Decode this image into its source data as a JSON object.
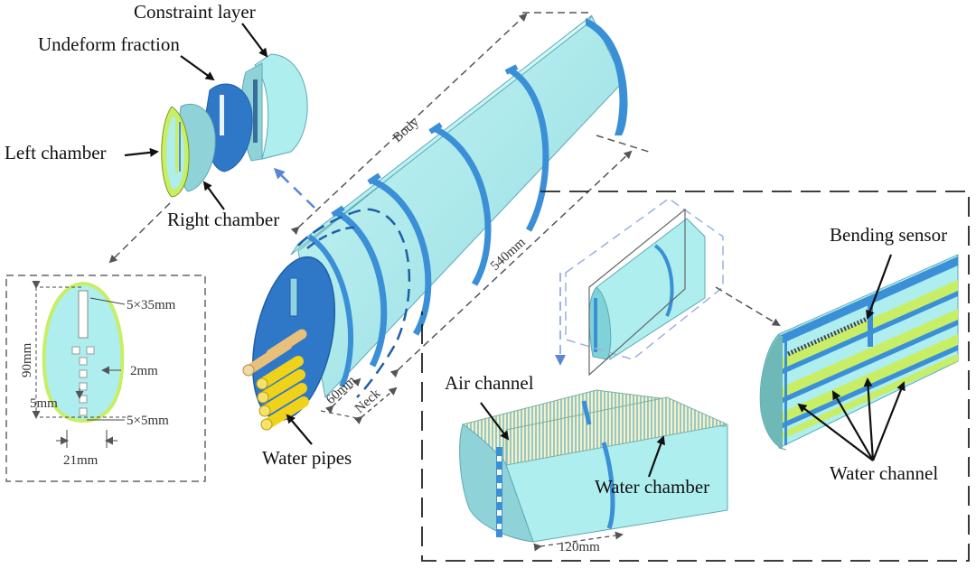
{
  "labels": {
    "constraint_layer": "Constraint layer",
    "undeform_fraction": "Undeform fraction",
    "left_chamber": "Left chamber",
    "right_chamber": "Right chamber",
    "water_pipes": "Water pipes",
    "air_channel": "Air channel",
    "water_chamber": "Water chamber",
    "bending_sensor": "Bending sensor",
    "water_channel": "Water channel"
  },
  "dimensions": {
    "body": "Body",
    "length_540": "540mm",
    "neck": "Neck",
    "neck_60": "60mm",
    "width_120": "120mm",
    "slot_5x35": "5×35mm",
    "gap_2": "2mm",
    "height_90": "90mm",
    "gap_5": "5mm",
    "hole_5x5": "5×5mm",
    "width_21": "21mm"
  },
  "colors": {
    "body_cyan": "#aeeeee",
    "body_cyan_dark": "#7fd3d8",
    "ring_blue": "#3a8fd6",
    "face_blue": "#2f78c8",
    "chamber_green": "#c8ee66",
    "pipe_yellow": "#f0d21a",
    "pipe_tan": "#e8c07a",
    "dash_gray": "#555555",
    "arrow_blue": "#5a86d6"
  }
}
